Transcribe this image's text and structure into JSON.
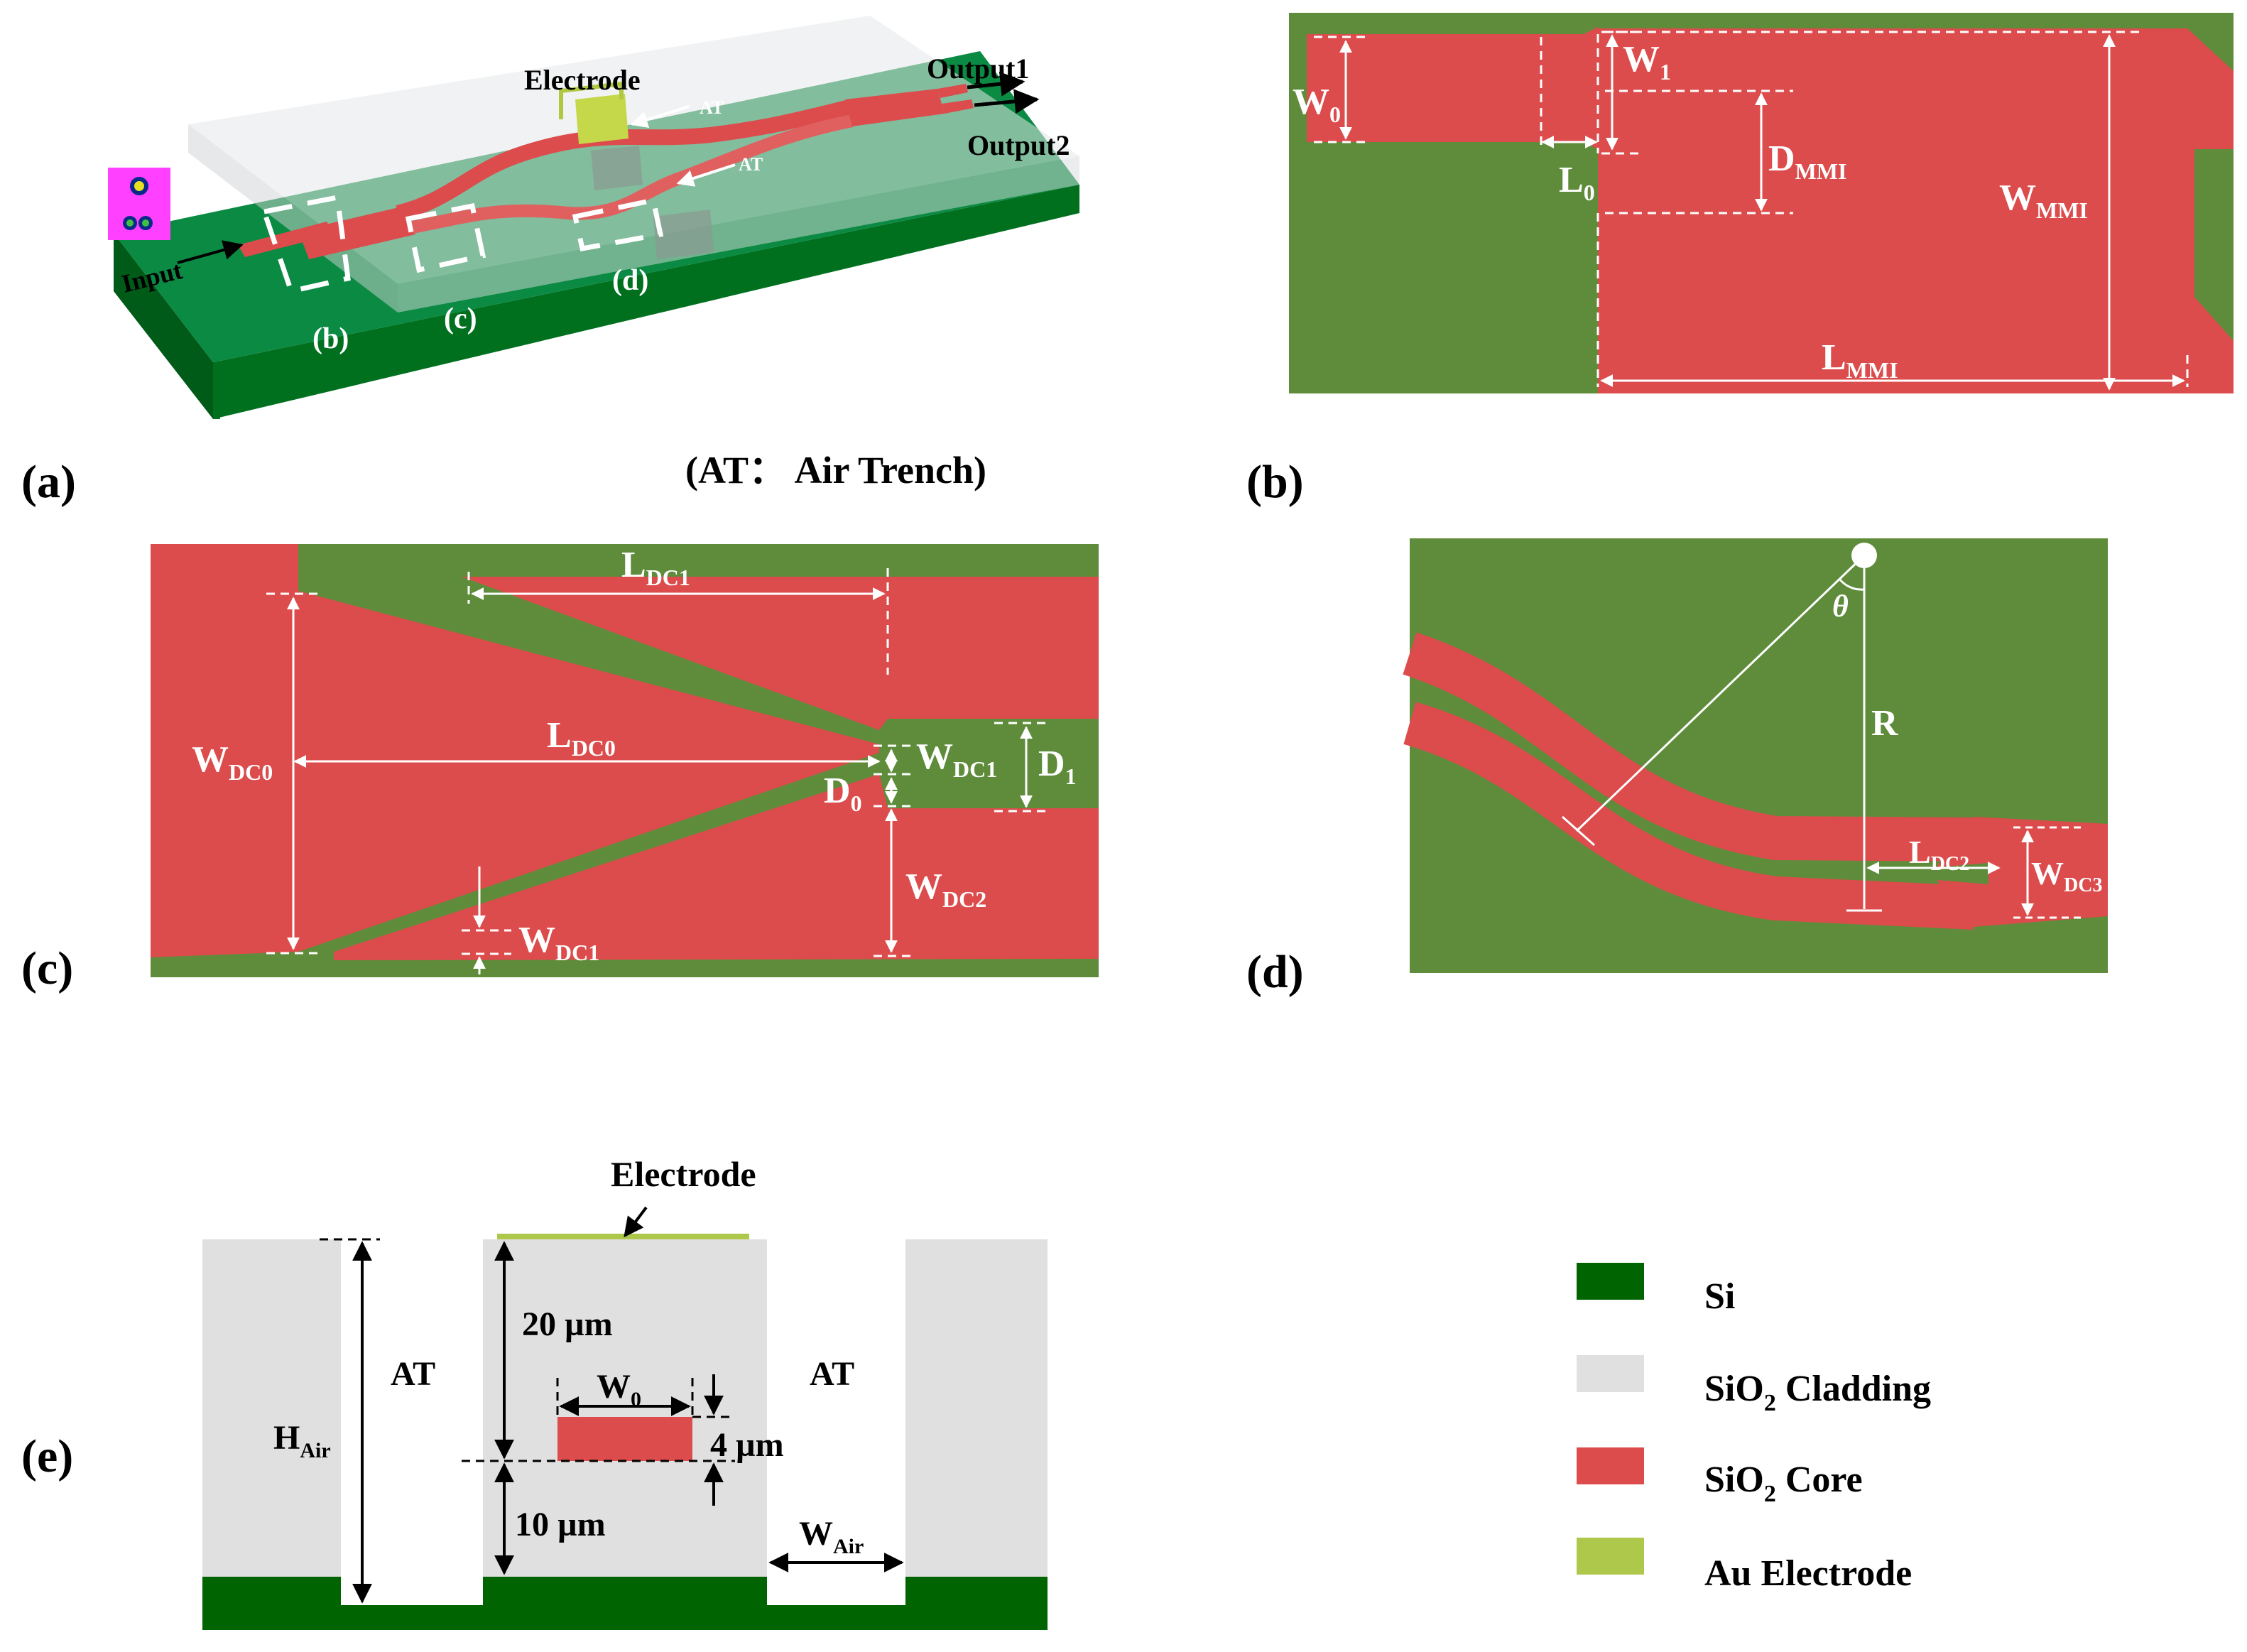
{
  "colors": {
    "si": "#006400",
    "cladding": "#e0e0e0",
    "core": "#dc4c4c",
    "electrode": "#adc84a",
    "substrate_green": "#5e8c3a",
    "chip_green": "#0a8a42"
  },
  "panel_a": {
    "label": "(a)",
    "electrode": "Electrode",
    "at1": "AT",
    "at2": "AT",
    "output1": "Output1",
    "output2": "Output2",
    "input": "Input",
    "sub_b": "(b)",
    "sub_c": "(c)",
    "sub_d": "(d)",
    "note": "(AT： Air Trench)"
  },
  "panel_b": {
    "label": "(b)",
    "w0": "W",
    "w0_sub": "0",
    "w1": "W",
    "w1_sub": "1",
    "l0": "L",
    "l0_sub": "0",
    "dmmi": "D",
    "dmmi_sub": "MMI",
    "wmmi": "W",
    "wmmi_sub": "MMI",
    "lmmi": "L",
    "lmmi_sub": "MMI"
  },
  "panel_c": {
    "label": "(c)",
    "ldc1": "L",
    "ldc1_sub": "DC1",
    "wdc0": "W",
    "wdc0_sub": "DC0",
    "ldc0": "L",
    "ldc0_sub": "DC0",
    "wdc1a": "W",
    "wdc1a_sub": "DC1",
    "d1": "D",
    "d1_sub": "1",
    "d0": "D",
    "d0_sub": "0",
    "wdc2": "W",
    "wdc2_sub": "DC2",
    "wdc1b": "W",
    "wdc1b_sub": "DC1"
  },
  "panel_d": {
    "label": "(d)",
    "theta": "θ",
    "r": "R",
    "ldc2": "L",
    "ldc2_sub": "DC2",
    "wdc3": "W",
    "wdc3_sub": "DC3"
  },
  "panel_e": {
    "label": "(e)",
    "electrode": "Electrode",
    "at_left": "AT",
    "at_right": "AT",
    "dim_20": "20 µm",
    "w0": "W",
    "w0_sub": "0",
    "dim_4": "4 µm",
    "dim_10": "10 µm",
    "hair": "H",
    "hair_sub": "Air",
    "wair": "W",
    "wair_sub": "Air"
  },
  "legend": {
    "si": "Si",
    "cladding_pre": "SiO",
    "cladding_sub": "2",
    "cladding_post": " Cladding",
    "core_pre": "SiO",
    "core_sub": "2",
    "core_post": " Core",
    "electrode": "Au Electrode"
  }
}
